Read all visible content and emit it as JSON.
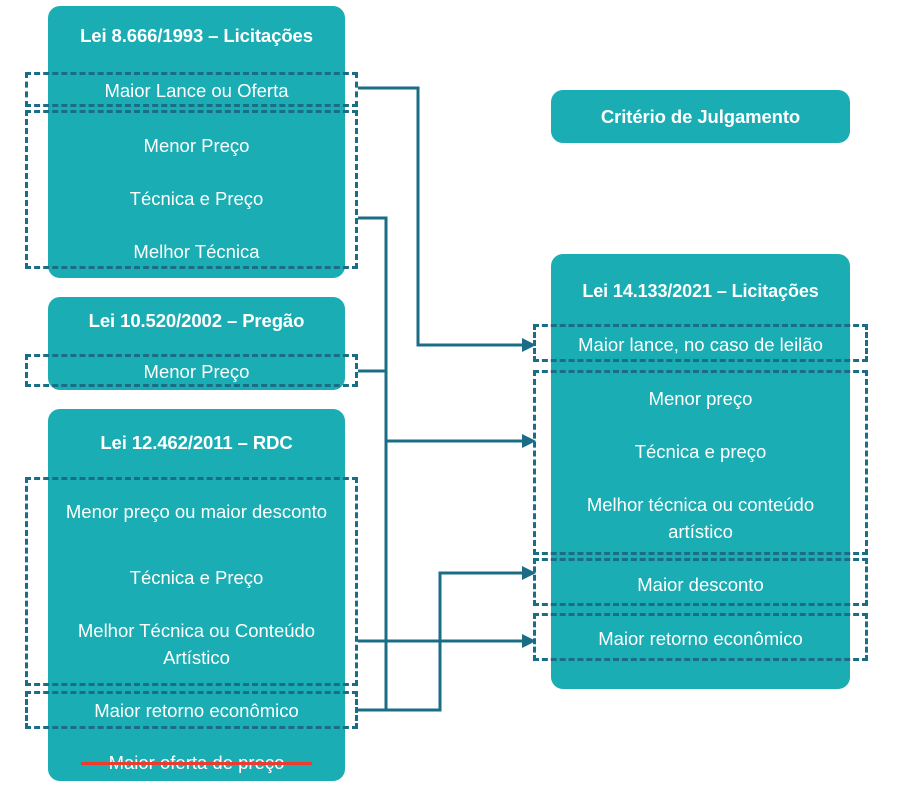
{
  "diagram": {
    "title_box": {
      "label": "Critério de Julgamento"
    },
    "legacy_laws": [
      {
        "id": "lei-8666",
        "title": "Lei 8.666/1993 – Licitações",
        "items": [
          {
            "label": "Maior Lance ou Oferta",
            "highlighted": true,
            "struck": false
          },
          {
            "label": "Menor Preço",
            "highlighted": true,
            "struck": false
          },
          {
            "label": "Técnica e Preço",
            "highlighted": true,
            "struck": false
          },
          {
            "label": "Melhor Técnica",
            "highlighted": true,
            "struck": false
          }
        ]
      },
      {
        "id": "lei-10520",
        "title": "Lei 10.520/2002 – Pregão",
        "items": [
          {
            "label": "Menor Preço",
            "highlighted": true,
            "struck": false
          }
        ]
      },
      {
        "id": "lei-12462",
        "title": "Lei 12.462/2011 – RDC",
        "items": [
          {
            "label": "Menor preço ou maior desconto",
            "highlighted": true,
            "struck": false
          },
          {
            "label": "Técnica e Preço",
            "highlighted": true,
            "struck": false
          },
          {
            "label": "Melhor Técnica ou Conteúdo Artístico",
            "highlighted": true,
            "struck": false
          },
          {
            "label": "Maior retorno econômico",
            "highlighted": true,
            "struck": false
          },
          {
            "label": "Maior oferta de preço",
            "highlighted": false,
            "struck": true
          }
        ]
      }
    ],
    "new_law": {
      "id": "lei-14133",
      "title": "Lei 14.133/2021 – Licitações",
      "items": [
        {
          "label": "Maior lance, no caso de leilão",
          "highlighted": true
        },
        {
          "label": "Menor preço",
          "highlighted": true
        },
        {
          "label": "Técnica e preço",
          "highlighted": true
        },
        {
          "label": "Melhor técnica ou conteúdo artístico",
          "highlighted": true
        },
        {
          "label": "Maior desconto",
          "highlighted": true
        },
        {
          "label": "Maior retorno econômico",
          "highlighted": true
        }
      ]
    },
    "colors": {
      "card": "#1aadb3",
      "dash": "#1b6d86",
      "connector": "#1b6d86",
      "strike": "#ef3b2d",
      "text": "#ffffff",
      "background": "#ffffff"
    },
    "connections": [
      {
        "from": "Maior Lance ou Oferta (8.666)",
        "to": "Maior lance, no caso de leilão"
      },
      {
        "from": "Menor Preço / Técnica e Preço / Melhor Técnica (8.666)",
        "to": "Técnica e preço"
      },
      {
        "from": "Menor Preço (10.520)",
        "to": "Técnica e preço"
      },
      {
        "from": "Menor preço ou maior desconto / Técnica e Preço (RDC)",
        "to": "Técnica e preço"
      },
      {
        "from": "Melhor Técnica ou Conteúdo Artístico (RDC)",
        "to": "Maior desconto"
      },
      {
        "from": "Maior retorno econômico (RDC)",
        "to": "Maior retorno econômico"
      }
    ]
  }
}
